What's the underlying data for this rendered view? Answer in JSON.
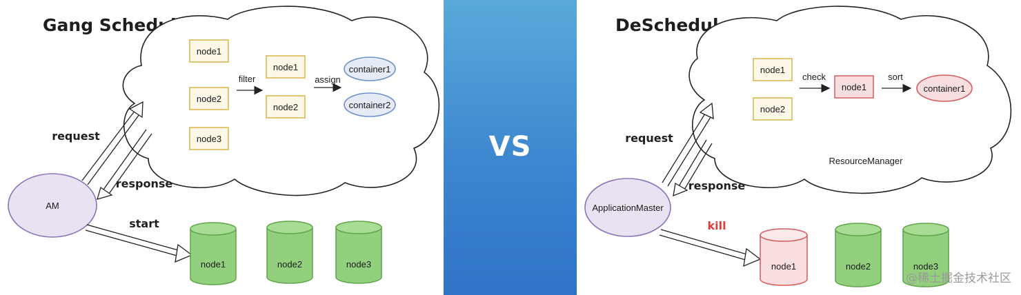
{
  "left": {
    "title": "Gang Scheduler",
    "queue_nodes": [
      "node1",
      "node2",
      "node3"
    ],
    "filter_label": "filter",
    "filtered_nodes": [
      "node1",
      "node2"
    ],
    "assign_label": "assign",
    "containers": [
      "container1",
      "container2"
    ],
    "request_label": "request",
    "response_label": "response",
    "start_label": "start",
    "am_label": "AM",
    "cylinders": [
      "node1",
      "node2",
      "node3"
    ]
  },
  "vs": "VS",
  "right": {
    "title": "DeScheduler",
    "queue_nodes": [
      "node1",
      "node2"
    ],
    "check_label": "check",
    "checked_node": "node1",
    "sort_label": "sort",
    "container": "container1",
    "rm_label": "ResourceManager",
    "request_label": "request",
    "response_label": "response",
    "kill_label": "kill",
    "am_label": "ApplicationMaster",
    "cylinders": [
      "node1",
      "node2",
      "node3"
    ]
  },
  "watermark": "@稀土掘金技术社区",
  "colors": {
    "node_border": "#d9b44a",
    "node_fill": "#fdf8e8",
    "container_border": "#6b8fcf",
    "container_fill": "#e5ecf8",
    "cylinder_fill": "#93d07e",
    "cylinder_border": "#5fa34b",
    "killed_fill": "#f8dede",
    "killed_border": "#d35b5b",
    "am_fill": "#e9e2f3",
    "am_border": "#8a74b6",
    "kill_text": "#e03b3b",
    "vs_band": "#3d86d0"
  }
}
